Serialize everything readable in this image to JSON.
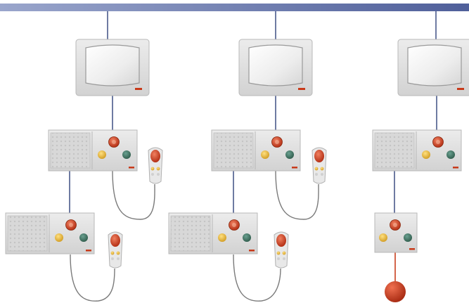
{
  "diagram": {
    "colors": {
      "bus_start": "#9aa6cc",
      "bus_end": "#4f5f9a",
      "wire": "#4a5a8a",
      "cable": "#7a7a7a",
      "device_body": "#dedede",
      "device_edge": "#b8b8b8",
      "screen": "#f4f4f4",
      "call_red": "#c83a1a",
      "lamp_yellow": "#e0b030",
      "button_green": "#3f7060",
      "pear_red": "#c8401e"
    },
    "columns": [
      {
        "id": "col-1",
        "display": true,
        "units": [
          {
            "type": "speaker-panel",
            "handset": true
          },
          {
            "type": "speaker-panel",
            "handset": true
          }
        ],
        "pear_button": false
      },
      {
        "id": "col-2",
        "display": true,
        "units": [
          {
            "type": "speaker-panel",
            "handset": true
          },
          {
            "type": "speaker-panel",
            "handset": true
          }
        ],
        "pear_button": false
      },
      {
        "id": "col-3",
        "display": true,
        "units": [
          {
            "type": "speaker-panel",
            "handset": false
          },
          {
            "type": "button-panel",
            "handset": false
          }
        ],
        "pear_button": true
      }
    ]
  }
}
